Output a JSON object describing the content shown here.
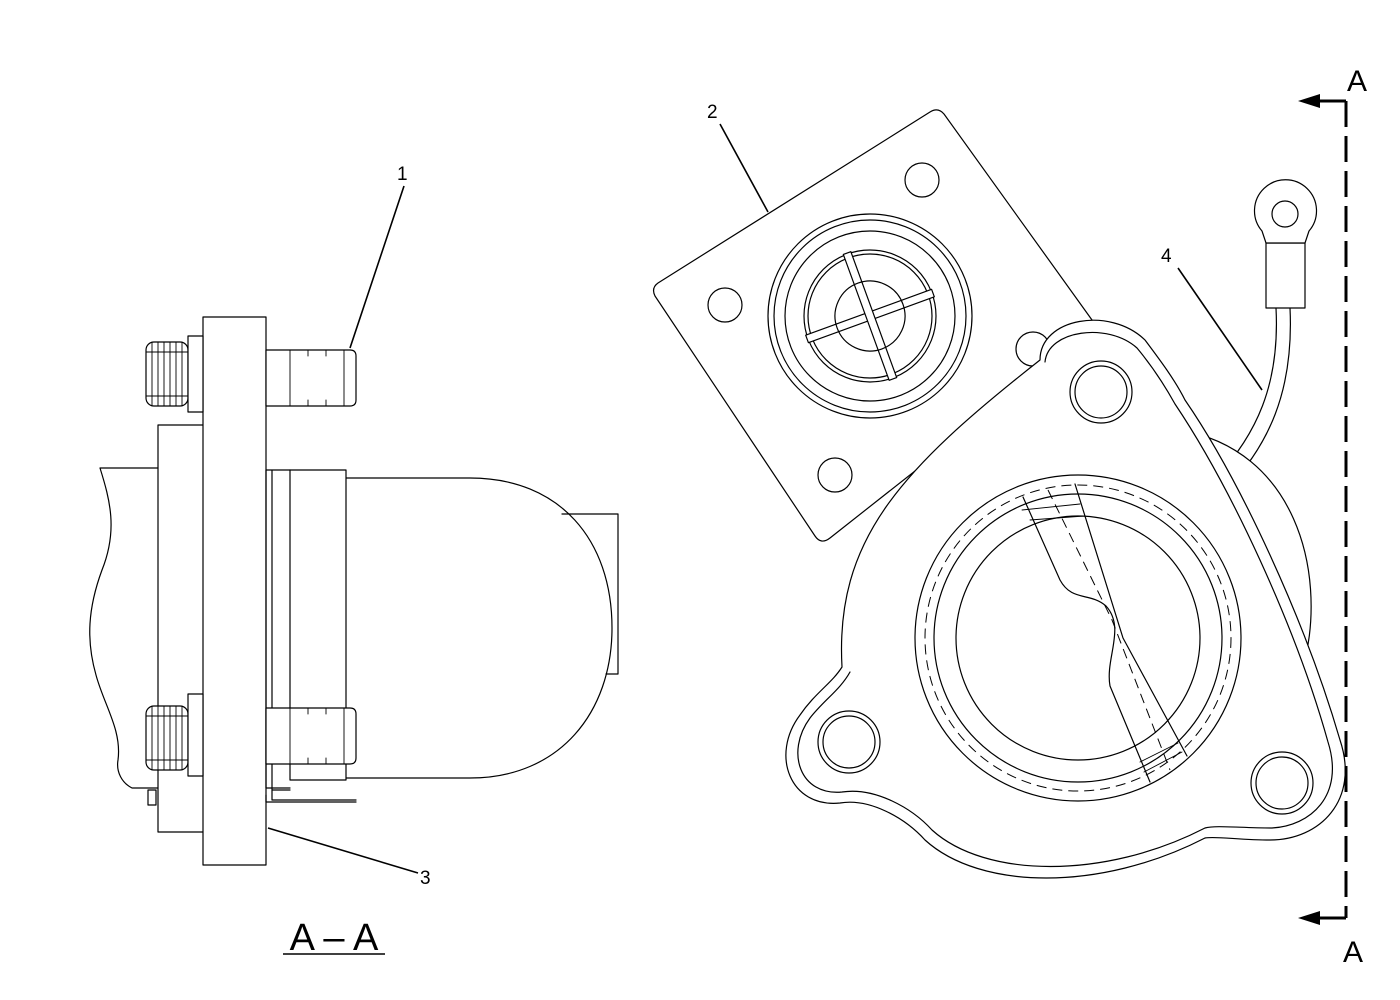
{
  "callouts": {
    "c1": "1",
    "c2": "2",
    "c3": "3",
    "c4": "4"
  },
  "section": {
    "marker_top": "A",
    "marker_bottom": "A",
    "title": "A – A"
  },
  "colors": {
    "line": "#000000",
    "background": "#ffffff"
  }
}
